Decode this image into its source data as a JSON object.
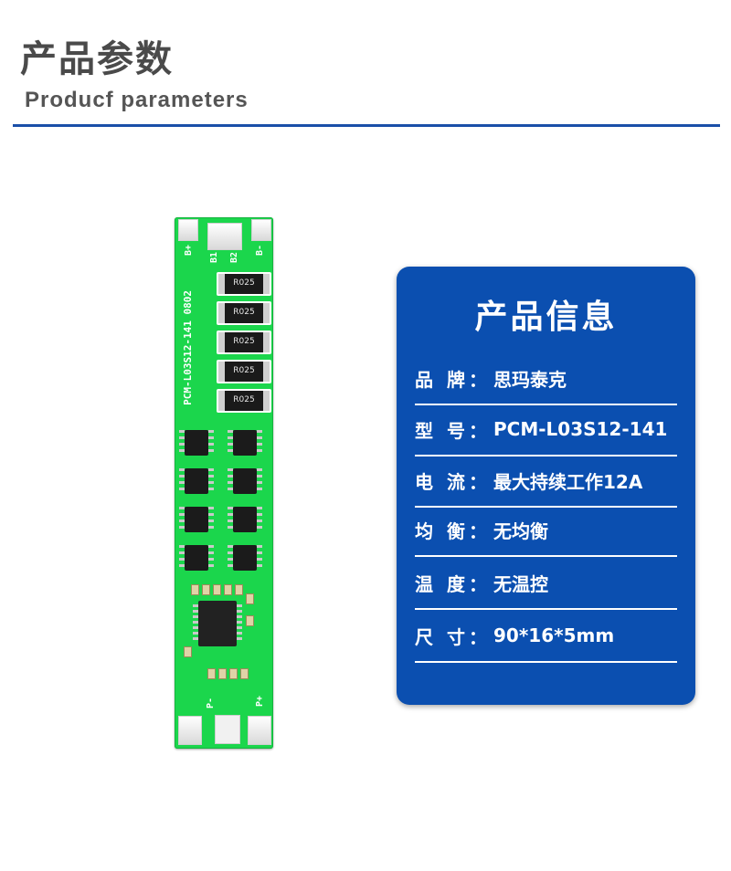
{
  "header": {
    "title_cn": "产品参数",
    "title_en": "Producf  parameters"
  },
  "board": {
    "silk_top": [
      "B+",
      "B1",
      "B2",
      "B-"
    ],
    "model_print": "PCM-L03S12-141  0802",
    "resistor_marking": "R025",
    "bottom_labels": [
      "P-",
      "P+"
    ]
  },
  "info_card": {
    "title": "产品信息",
    "rows": [
      {
        "label": "品 牌：",
        "value": "思玛泰克"
      },
      {
        "label": "型 号：",
        "value": "PCM-L03S12-141"
      },
      {
        "label": "电  流：",
        "value": "最大持续工作12A"
      },
      {
        "label": "均  衡：",
        "value": "无均衡"
      },
      {
        "label": "温  度：",
        "value": "无温控"
      },
      {
        "label": "尺  寸：",
        "value": "90*16*5mm"
      }
    ]
  },
  "colors": {
    "accent_blue": "#0b4fb0",
    "rule_blue": "#1a4fa8",
    "pcb_green": "#1bd64c",
    "title_gray": "#4a4a4a"
  }
}
